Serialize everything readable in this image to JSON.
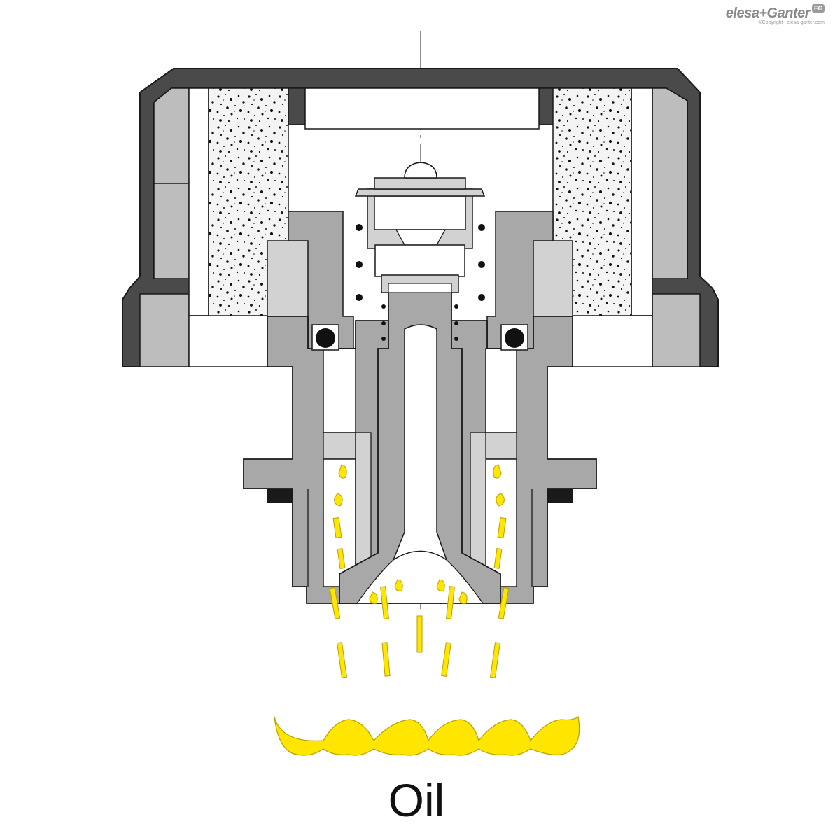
{
  "brand": {
    "name": "elesa+Ganter",
    "badge": "EG",
    "copyright": "©Copyright | elesa-ganter.com"
  },
  "labels": {
    "oil": "Oil"
  },
  "colors": {
    "housing_dark": "#4a4a4a",
    "body_grey": "#a8a8a8",
    "light_grey": "#d2d2d2",
    "filter_bg": "#f4f4f4",
    "oil_yellow": "#ffe600",
    "outline": "#1a1a1a"
  }
}
